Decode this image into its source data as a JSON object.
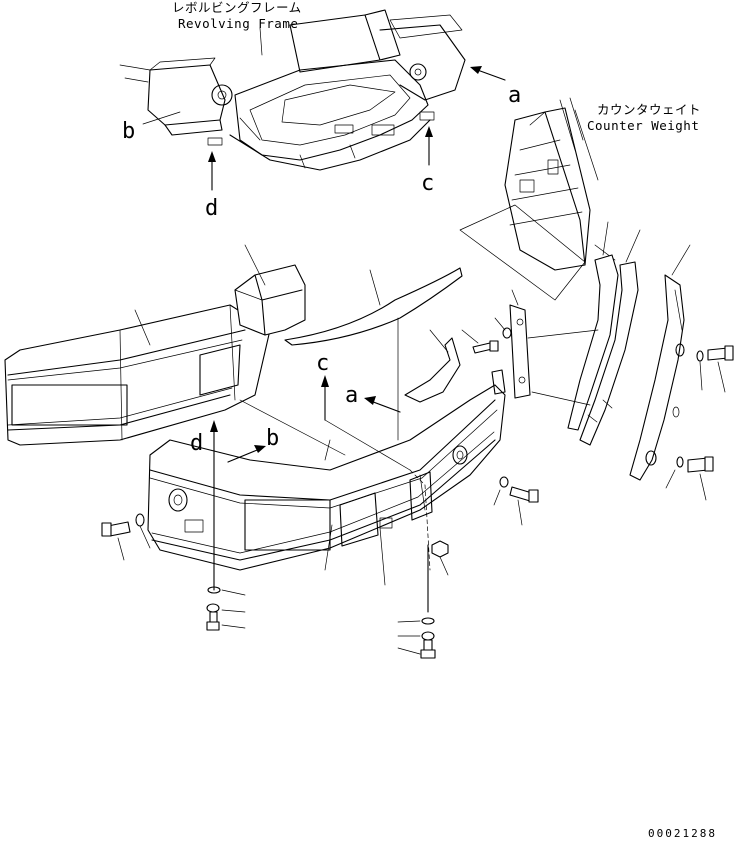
{
  "labels": {
    "revolving_frame_ja": "レボルビングフレーム",
    "revolving_frame_en": "Revolving Frame",
    "counter_weight_ja": "カウンタウェイト",
    "counter_weight_en": "Counter Weight",
    "view_a": "a",
    "view_b": "b",
    "view_c": "c",
    "view_d": "d"
  },
  "drawing_number": "00021288"
}
